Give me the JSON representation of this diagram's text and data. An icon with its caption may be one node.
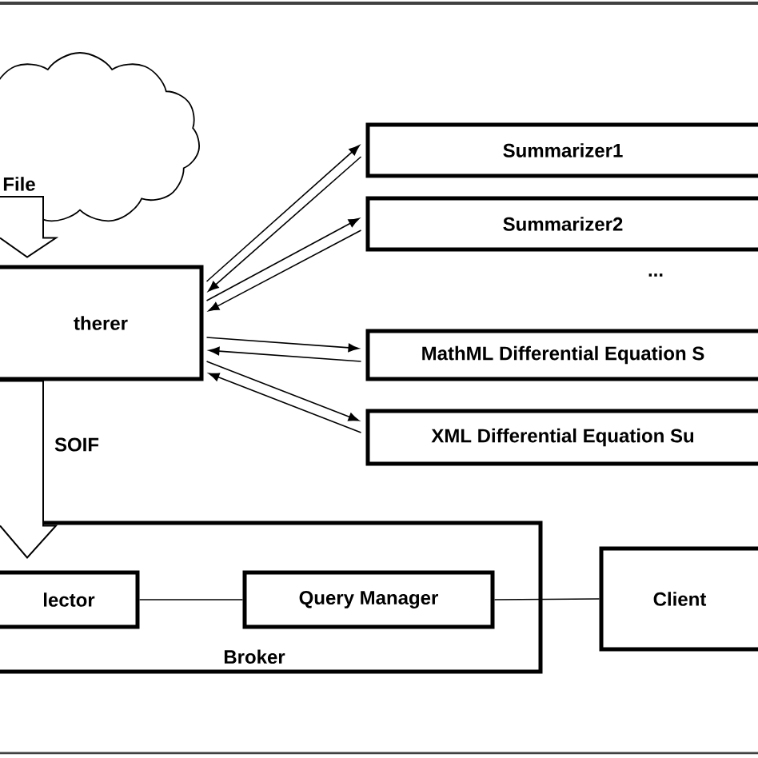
{
  "diagram": {
    "nodes": [
      {
        "text": [],
        "shape": "cloud"
      },
      {
        "text": [
          "Summarizer1"
        ]
      },
      {
        "text": [
          "Summarizer2"
        ]
      },
      {
        "text": [
          "therer"
        ]
      },
      {
        "text": [
          "MathML Differential Equation S"
        ]
      },
      {
        "text": [
          "XML  Differential Equation Su"
        ]
      },
      {
        "text": [
          "Broker"
        ]
      },
      {
        "text": [
          "lector"
        ],
        "in": 6
      },
      {
        "text": [
          "Query Manager"
        ],
        "in": 6
      },
      {
        "text": [
          "Client"
        ]
      }
    ],
    "edges": [
      {
        "from": 0,
        "to": 3,
        "arrow": "to",
        "label": "File",
        "style": "thick"
      },
      {
        "from": 3,
        "to": 1,
        "arrow": "to"
      },
      {
        "from": 1,
        "to": 3,
        "arrow": "to"
      },
      {
        "from": 3,
        "to": 2,
        "arrow": "to"
      },
      {
        "from": 2,
        "to": 3,
        "arrow": "to"
      },
      {
        "from": 3,
        "to": 4,
        "arrow": "to"
      },
      {
        "from": 4,
        "to": 3,
        "arrow": "to"
      },
      {
        "from": 3,
        "to": 5,
        "arrow": "to"
      },
      {
        "from": 5,
        "to": 3,
        "arrow": "to"
      },
      {
        "from": 3,
        "to": 7,
        "arrow": "to",
        "label": "SOIF",
        "style": "thick"
      },
      {
        "from": 7,
        "to": 8,
        "arrow": "none"
      },
      {
        "from": 8,
        "to": 9,
        "arrow": "none"
      }
    ],
    "labels": [
      "..."
    ]
  }
}
